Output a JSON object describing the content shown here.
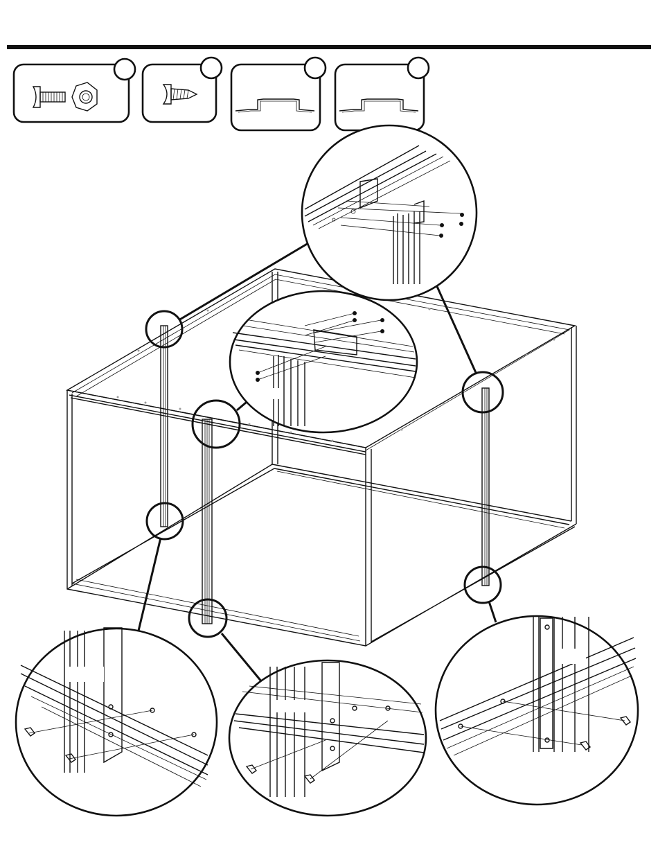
{
  "header": {
    "rule_color": "#111111"
  },
  "parts": [
    {
      "icon": "bolt-and-nut-icon",
      "callout": ""
    },
    {
      "icon": "self-tapping-screw-icon",
      "callout": ""
    },
    {
      "icon": "wall-channel-bracket-icon",
      "callout": ""
    },
    {
      "icon": "wall-channel-bracket-icon",
      "callout": ""
    }
  ],
  "details": [
    "top-right-corner-post-detail",
    "front-top-beam-post-detail",
    "front-left-post-base-detail",
    "front-center-post-base-detail",
    "right-post-base-detail"
  ],
  "colors": {
    "line": "#111111",
    "fill": "#ffffff",
    "shade": "#9a9a9a"
  }
}
